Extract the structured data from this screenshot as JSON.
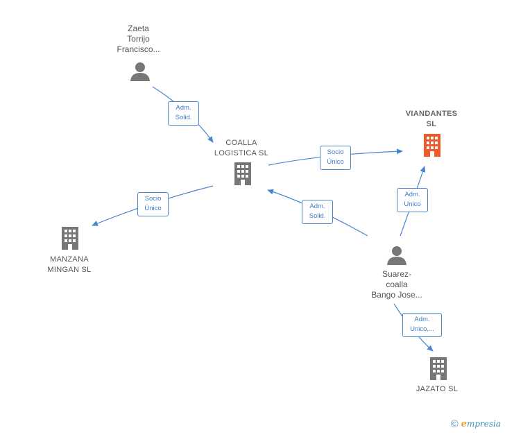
{
  "nodes": {
    "zaeta": {
      "lines": [
        "Zaeta",
        "Torrijo",
        "Francisco..."
      ],
      "kind": "person"
    },
    "coalla": {
      "lines": [
        "COALLA",
        "LOGISTICA SL"
      ],
      "kind": "company"
    },
    "viandantes": {
      "lines": [
        "VIANDANTES",
        "SL"
      ],
      "kind": "company-highlight"
    },
    "manzana": {
      "lines": [
        "MANZANA",
        "MINGAN  SL"
      ],
      "kind": "company"
    },
    "suarez": {
      "lines": [
        "Suarez-",
        "coalla",
        "Bango Jose..."
      ],
      "kind": "person"
    },
    "jazato": {
      "lines": [
        "JAZATO SL"
      ],
      "kind": "company"
    }
  },
  "edges": {
    "zaeta_coalla": [
      "Adm.",
      "Solid."
    ],
    "coalla_viandantes": [
      "Socio",
      "Único"
    ],
    "coalla_manzana": [
      "Socio",
      "Único"
    ],
    "suarez_coalla": [
      "Adm.",
      "Solid."
    ],
    "suarez_viandantes": [
      "Adm.",
      "Unico"
    ],
    "suarez_jazato": [
      "Adm.",
      "Unico,..."
    ]
  },
  "colors": {
    "edge": "#4a86cf",
    "icon": "#777777",
    "highlight_icon": "#f05a28"
  },
  "footer": {
    "copyright": "©",
    "brand_initial": "e",
    "brand_rest": "mpresia"
  }
}
